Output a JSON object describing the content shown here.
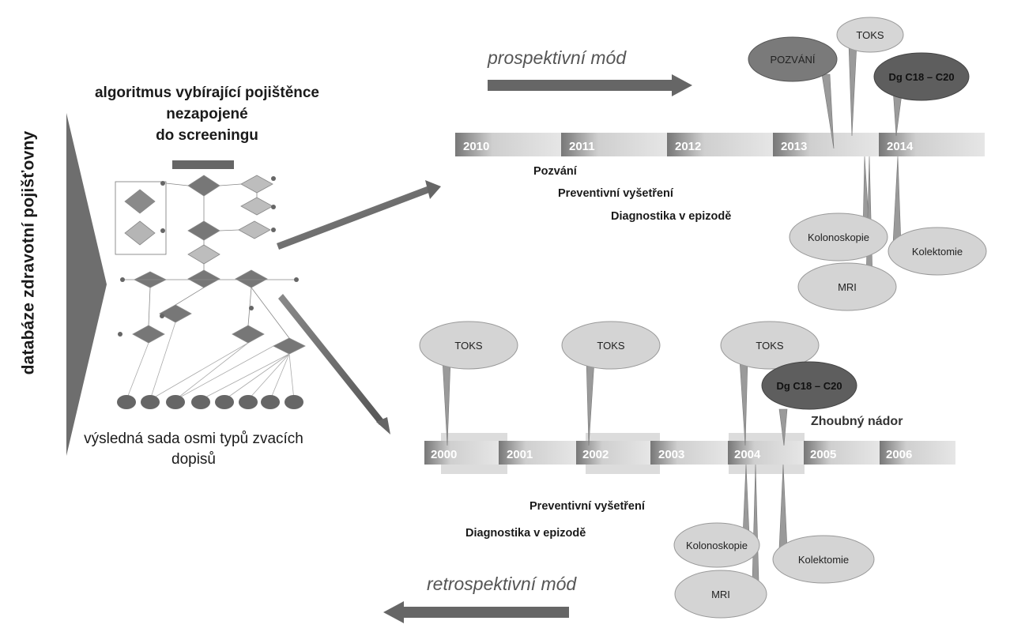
{
  "side_label": "databáze zdravotní pojišťovny",
  "algorithm_title_lines": [
    "algoritmus vybírající pojištěnce",
    "nezapojené",
    "do screeningu"
  ],
  "algorithm_subtitle_lines": [
    "výsledná sada osmi typů zvacích",
    "dopisů"
  ],
  "prospective": {
    "mode_label": "prospektivní mód",
    "years": [
      "2010",
      "2011",
      "2012",
      "2013",
      "2014"
    ],
    "labels": [
      "Pozvání",
      "Preventivní vyšetření",
      "Diagnostika v epizodě"
    ],
    "callouts_top": [
      "TOKS",
      "POZVÁNÍ",
      "Dg C18 – C20"
    ],
    "callouts_bottom": [
      "Kolonoskopie",
      "Kolektomie",
      "MRI"
    ]
  },
  "retrospective": {
    "mode_label": "retrospektivní mód",
    "years": [
      "2000",
      "2001",
      "2002",
      "2003",
      "2004",
      "2005",
      "2006"
    ],
    "labels": [
      "Preventivní vyšetření",
      "Diagnostika v epizodě"
    ],
    "annotation": "Zhoubný nádor",
    "callouts_top": [
      "TOKS",
      "TOKS",
      "TOKS",
      "Dg C18 – C20"
    ],
    "callouts_bottom": [
      "Kolonoskopie",
      "Kolektomie",
      "MRI"
    ]
  },
  "colors": {
    "dark_grey": "#666666",
    "bar_light": "#d9d9d9",
    "bubble_light": "#d4d4d4",
    "bubble_dark": "#6a6a6a",
    "bubble_mid": "#8c8c8c"
  }
}
